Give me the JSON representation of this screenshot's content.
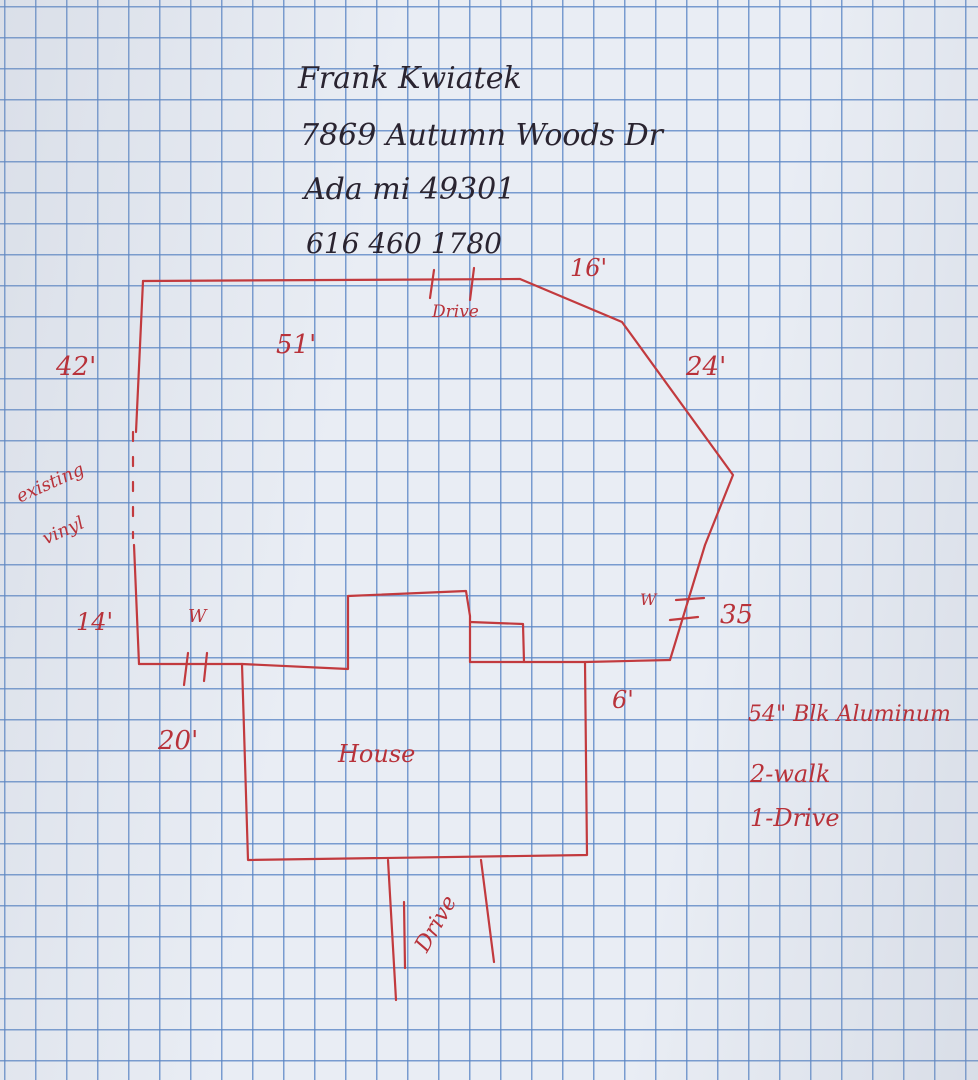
{
  "header": {
    "name": "Frank Kwiatek",
    "street": "7869 Autumn Woods Dr",
    "city": "Ada mi 49301",
    "phone": "616 460 1780"
  },
  "dimensions": {
    "top": "51'",
    "top_right": "16'",
    "right_upper": "24'",
    "right_lower": "35",
    "bottom_right": "6'",
    "left": "42'",
    "left_lower": "14'",
    "side_lower": "20'"
  },
  "labels": {
    "drive_gate_top": "Drive",
    "walk_gate_left": "W",
    "walk_gate_right": "W",
    "existing_vinyl_line1": "existing",
    "existing_vinyl_line2": "vinyl",
    "house": "House",
    "driveway": "Drive"
  },
  "notes": {
    "fence_type": "54\" Blk Aluminum",
    "walk_gates": "2-walk",
    "drive_gates": "1-Drive"
  },
  "colors": {
    "ink_red": "#c23a3e",
    "ink_dark": "#2a2430",
    "grid_blue": "#5884c4",
    "paper": "#e9edf4"
  }
}
